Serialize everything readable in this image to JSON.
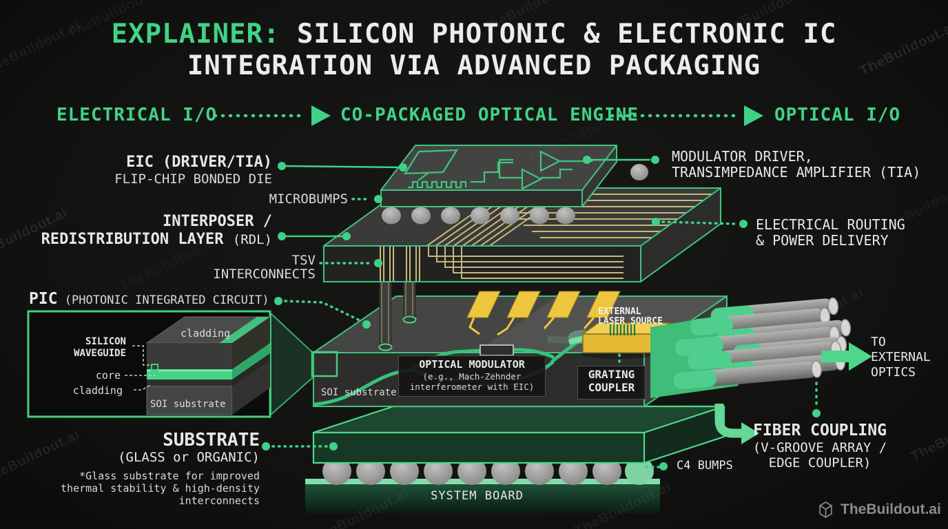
{
  "title": {
    "highlight": "EXPLAINER:",
    "rest": " SILICON PHOTONIC & ELECTRONIC IC",
    "line2": "INTEGRATION VIA ADVANCED PACKAGING"
  },
  "flow": {
    "left": "ELECTRICAL I/O",
    "center": "CO-PACKAGED OPTICAL ENGINE",
    "right": "OPTICAL I/O"
  },
  "labels": {
    "eic_title": "EIC (DRIVER/TIA)",
    "eic_sub": "FLIP-CHIP BONDED DIE",
    "microbumps": "MICROBUMPS",
    "interposer_l1": "INTERPOSER /",
    "interposer_l2a": "REDISTRIBUTION LAYER ",
    "interposer_l2b": "(RDL)",
    "tsv_l1": "TSV",
    "tsv_l2": "INTERCONNECTS",
    "mod_l1": "MODULATOR DRIVER,",
    "mod_l2": "TRANSIMPEDANCE AMPLIFIER (TIA)",
    "elec_l1": "ELECTRICAL ROUTING",
    "elec_l2": "& POWER DELIVERY",
    "pic_bold": "PIC",
    "pic_rest": " (PHOTONIC INTEGRATED CIRCUIT)"
  },
  "inset": {
    "cladding_top": "cladding",
    "silicon_l1": "SILICON",
    "silicon_l2": "WAVEGUIDE",
    "core": "core",
    "cladding_bottom": "cladding",
    "soi": "SOI substrate"
  },
  "center": {
    "soi": "SOI substrate",
    "laser_l1": "EXTERNAL",
    "laser_l2": "LASER SOURCE",
    "om_title": "OPTICAL MODULATOR",
    "om_sub1": "(e.g., Mach-Zehnder",
    "om_sub2": "interferometer with EIC)",
    "grating_l1": "GRATING",
    "grating_l2": "COUPLER"
  },
  "right_side": {
    "to_l1": "TO",
    "to_l2": "EXTERNAL",
    "to_l3": "OPTICS",
    "fiber_title": "FIBER COUPLING",
    "fiber_sub1": "(V-GROOVE ARRAY /",
    "fiber_sub2": "EDGE COUPLER)",
    "c4": "C4 BUMPS"
  },
  "bottom": {
    "substrate_title": "SUBSTRATE",
    "substrate_sub": "(GLASS or ORGANIC)",
    "note_l1": "*Glass substrate for improved",
    "note_l2": "thermal stability & high-density",
    "note_l3": "interconnects",
    "system_board": "SYSTEM BOARD"
  },
  "brand": {
    "watermark": "TheBuildout.ai",
    "logo": "TheBuildout.ai"
  },
  "colors": {
    "accent_green": "#41d386",
    "outline_green": "#3fc57f",
    "waveguide_green": "#36c27b",
    "gold_trace": "#c9b87c",
    "laser_yellow": "#e8c23f",
    "board_green": "#1d5037",
    "text_white": "#e8e8e6"
  }
}
